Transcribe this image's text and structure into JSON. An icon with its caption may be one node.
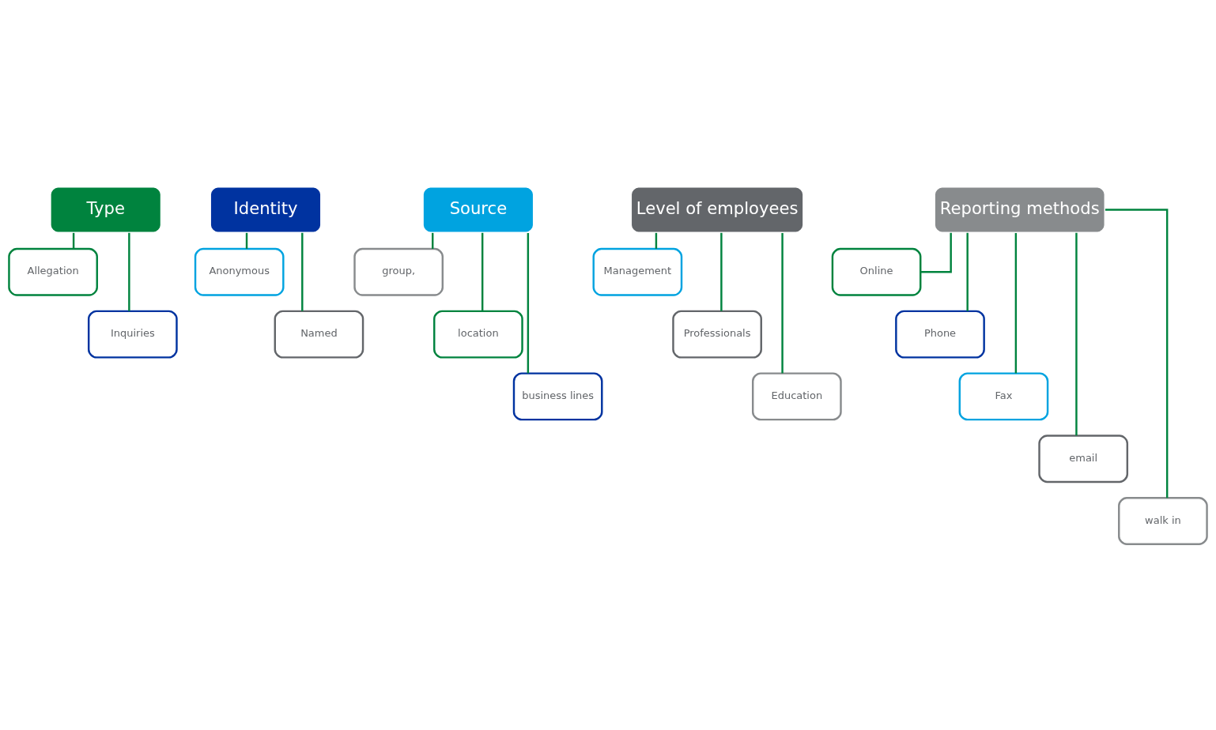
{
  "diagram": {
    "nodes": [
      {
        "text": [
          "Type"
        ]
      },
      {
        "text": [
          "Allegation"
        ]
      },
      {
        "text": [
          "Inquiries"
        ]
      },
      {
        "text": [
          "Identity"
        ]
      },
      {
        "text": [
          "Anonymous"
        ]
      },
      {
        "text": [
          "Named"
        ]
      },
      {
        "text": [
          "Source"
        ]
      },
      {
        "text": [
          "group,"
        ]
      },
      {
        "text": [
          "location"
        ]
      },
      {
        "text": [
          "business lines"
        ]
      },
      {
        "text": [
          "Level of employees"
        ]
      },
      {
        "text": [
          "Management"
        ]
      },
      {
        "text": [
          "Professionals"
        ]
      },
      {
        "text": [
          "Education"
        ]
      },
      {
        "text": [
          "Reporting methods"
        ]
      },
      {
        "text": [
          "Online"
        ]
      },
      {
        "text": [
          "Phone"
        ]
      },
      {
        "text": [
          "Fax"
        ]
      },
      {
        "text": [
          "email"
        ]
      },
      {
        "text": [
          "walk in"
        ]
      }
    ],
    "edges": [
      {
        "from": 0,
        "to": 1,
        "arrow": "none"
      },
      {
        "from": 0,
        "to": 2,
        "arrow": "none"
      },
      {
        "from": 3,
        "to": 4,
        "arrow": "none"
      },
      {
        "from": 3,
        "to": 5,
        "arrow": "none"
      },
      {
        "from": 6,
        "to": 7,
        "arrow": "none"
      },
      {
        "from": 6,
        "to": 8,
        "arrow": "none"
      },
      {
        "from": 6,
        "to": 9,
        "arrow": "none"
      },
      {
        "from": 10,
        "to": 11,
        "arrow": "none"
      },
      {
        "from": 10,
        "to": 12,
        "arrow": "none"
      },
      {
        "from": 10,
        "to": 13,
        "arrow": "none"
      },
      {
        "from": 14,
        "to": 15,
        "arrow": "none"
      },
      {
        "from": 14,
        "to": 16,
        "arrow": "none"
      },
      {
        "from": 14,
        "to": 17,
        "arrow": "none"
      },
      {
        "from": 14,
        "to": 18,
        "arrow": "none"
      },
      {
        "from": 14,
        "to": 19,
        "arrow": "none"
      }
    ]
  }
}
